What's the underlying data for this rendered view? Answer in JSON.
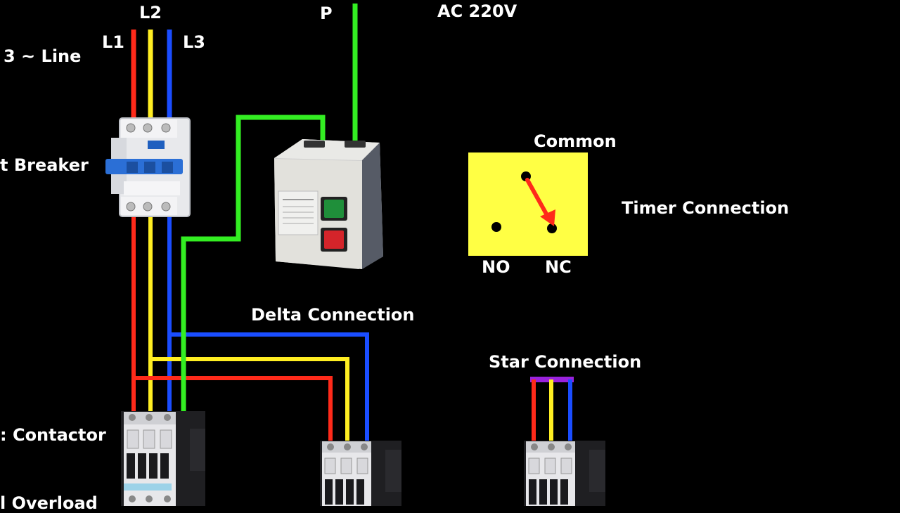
{
  "labels": {
    "l1": "L1",
    "l2": "L2",
    "l3": "L3",
    "line": "3 ~ Line",
    "p": "P",
    "ac": "AC 220V",
    "breaker": "t Breaker",
    "common": "Common",
    "timer": "Timer Connection",
    "no": "NO",
    "nc": "NC",
    "delta": "Delta Connection",
    "star": "Star Connection",
    "contactor": ": Contactor",
    "overload": "l Overload"
  },
  "colors": {
    "background": "#000000",
    "phase_l1": "#ff2a1a",
    "phase_l2": "#ffee22",
    "phase_l3": "#1a4dff",
    "control_wire": "#33ee22",
    "star_bridge": "#9a22dd",
    "timer_box": "#ffff44",
    "timer_arrow": "#ff2a1a"
  },
  "icons": {
    "breaker": "circuit-breaker-icon",
    "starter": "magnetic-starter-icon",
    "contactor": "contactor-icon"
  }
}
